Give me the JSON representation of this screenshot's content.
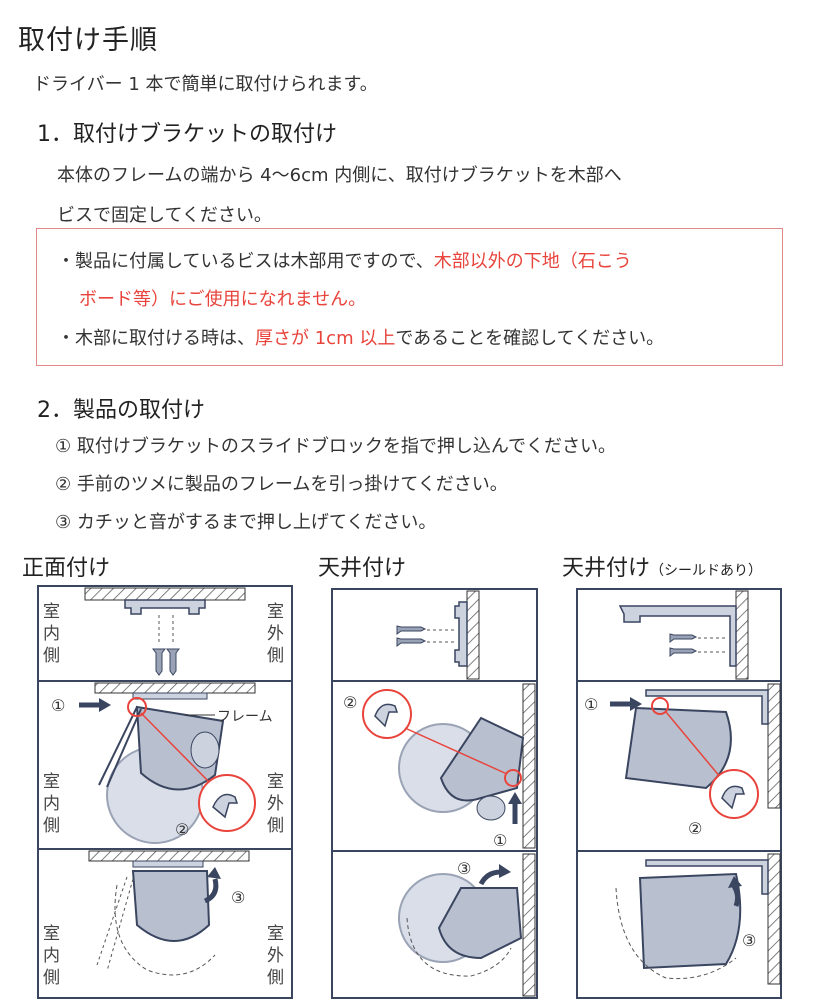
{
  "title": "取付け手順",
  "intro": "ドライバー 1 本で簡単に取付けられます。",
  "section1": {
    "heading": "1．取付けブラケットの取付け",
    "body_line1": "本体のフレームの端から 4〜6cm 内側に、取付けブラケットを木部へ",
    "body_line2": "ビスで固定してください。"
  },
  "warning": {
    "l1_pre": "・製品に付属しているビスは木部用ですので、",
    "l1_red": "木部以外の下地（石こう",
    "l2_red": "ボード等）にご使用になれません。",
    "l3_pre": "・木部に取付ける時は、",
    "l3_red": "厚さが 1cm 以上",
    "l3_post": "であることを確認してください。",
    "accent_color": "#e8443c"
  },
  "section2": {
    "heading": "2．製品の取付け",
    "steps": [
      "① 取付けブラケットのスライドブロックを指で押し込んでください。",
      "② 手前のツメに製品のフレームを引っ掛けてください。",
      "③ カチッと音がするまで押し上げてください。"
    ]
  },
  "diagrams": {
    "front": {
      "title": "正面付け",
      "inside_label": [
        "室",
        "内",
        "側"
      ],
      "outside_label": [
        "室",
        "外",
        "側"
      ],
      "frame_label": "フレーム",
      "n1": "①",
      "n2": "②",
      "n3": "③"
    },
    "ceiling": {
      "title": "天井付け",
      "n1": "①",
      "n2": "②",
      "n3": "③"
    },
    "shield": {
      "title": "天井付け",
      "title_note": "（シールドあり）",
      "n1": "①",
      "n2": "②",
      "n3": "③"
    }
  }
}
